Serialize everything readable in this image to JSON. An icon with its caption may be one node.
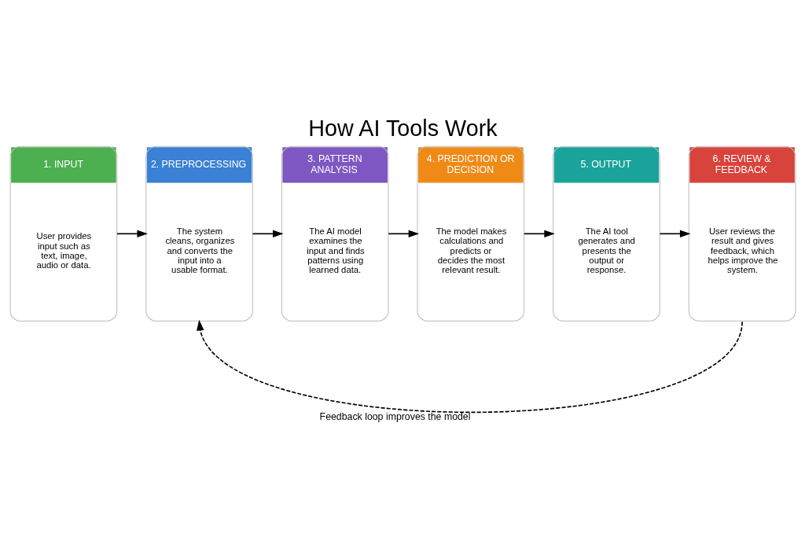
{
  "diagram": {
    "title": "How AI Tools Work",
    "nodes": [
      {
        "text": [
          "1. INPUT",
          "User provides input such as text, image, audio or data."
        ]
      },
      {
        "text": [
          "2. PREPROCESSING",
          "The system cleans, organizes and converts the input into a usable format."
        ]
      },
      {
        "text": [
          "3. PATTERN ANALYSIS",
          "The AI model examines the input and finds patterns using learned data."
        ]
      },
      {
        "text": [
          "4. PREDICTION OR DECISION",
          "The model makes calculations and predicts or decides the most relevant result."
        ]
      },
      {
        "text": [
          "5. OUTPUT",
          "The AI tool generates and presents the output or response."
        ]
      },
      {
        "text": [
          "6. REVIEW & FEEDBACK",
          "User reviews the result and gives feedback, which helps improve the system."
        ]
      }
    ],
    "edges": [
      {
        "from": 0,
        "to": 1,
        "arrow": "to"
      },
      {
        "from": 1,
        "to": 2,
        "arrow": "to"
      },
      {
        "from": 2,
        "to": 3,
        "arrow": "to"
      },
      {
        "from": 3,
        "to": 4,
        "arrow": "to"
      },
      {
        "from": 4,
        "to": 5,
        "arrow": "to"
      },
      {
        "from": 5,
        "to": 1,
        "arrow": "to",
        "style": "dashed",
        "label": "Feedback loop improves the model"
      }
    ]
  }
}
